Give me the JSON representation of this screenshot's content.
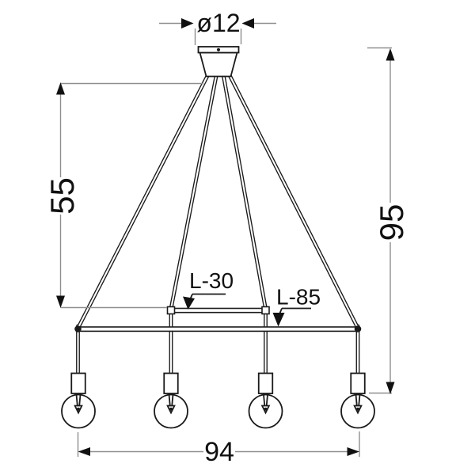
{
  "drawing": {
    "subject": "pendant-lamp-dimension-diagram",
    "bulb_count": 4,
    "colors": {
      "outline": "#1a1a1a",
      "dimension_line": "#8f8f8f",
      "text": "#111111",
      "background": "#ffffff"
    },
    "labels": {
      "canopy_diameter": "ø12",
      "inner_drop_height": "55",
      "total_height": "95",
      "overall_width": "94",
      "short_wire_length": "L-30",
      "long_wire_length": "L-85"
    }
  }
}
